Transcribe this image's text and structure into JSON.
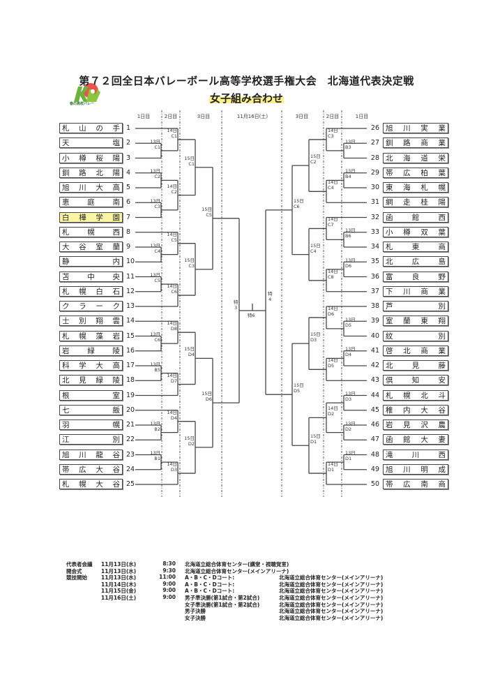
{
  "header": {
    "title": "第７２回全日本バレーボール高等学校選手権大会　北海道代表決定戦",
    "subtitle": "女子組み合わせ",
    "logo_text": "春の高校バレー",
    "logo_icon": "haru-no-koko-volley-logo-icon"
  },
  "columns": {
    "left_day1": "1日目",
    "left_day2": "2日目",
    "left_day3": "3日目",
    "center": "11月16日(土)",
    "right_day3": "3日目",
    "right_day2": "2日目",
    "right_day1": "1日目"
  },
  "teams_left": [
    {
      "num": "1",
      "name": "札山の手"
    },
    {
      "num": "2",
      "name": "天塩"
    },
    {
      "num": "3",
      "name": "小樽桜陽"
    },
    {
      "num": "4",
      "name": "釧路北陽"
    },
    {
      "num": "5",
      "name": "旭川大高"
    },
    {
      "num": "6",
      "name": "恵庭南"
    },
    {
      "num": "7",
      "name": "白樺学園",
      "highlight": true
    },
    {
      "num": "8",
      "name": "札幌西"
    },
    {
      "num": "9",
      "name": "大谷室蘭"
    },
    {
      "num": "10",
      "name": "静内"
    },
    {
      "num": "11",
      "name": "苫中央"
    },
    {
      "num": "12",
      "name": "札幌白石"
    },
    {
      "num": "13",
      "name": "クラーク"
    },
    {
      "num": "14",
      "name": "士別翔雲"
    },
    {
      "num": "15",
      "name": "札幌藻岩"
    },
    {
      "num": "16",
      "name": "岩緑陵"
    },
    {
      "num": "17",
      "name": "科学大高"
    },
    {
      "num": "18",
      "name": "北見緑陵"
    },
    {
      "num": "19",
      "name": "根室"
    },
    {
      "num": "20",
      "name": "七飯"
    },
    {
      "num": "21",
      "name": "羽幌"
    },
    {
      "num": "22",
      "name": "江別"
    },
    {
      "num": "23",
      "name": "旭川龍谷"
    },
    {
      "num": "24",
      "name": "帯広大谷"
    },
    {
      "num": "25",
      "name": "札幌大谷"
    }
  ],
  "teams_right": [
    {
      "num": "26",
      "name": "旭川実業"
    },
    {
      "num": "27",
      "name": "釧路商業"
    },
    {
      "num": "28",
      "name": "北海道栄"
    },
    {
      "num": "29",
      "name": "帯広柏葉"
    },
    {
      "num": "30",
      "name": "東海札幌"
    },
    {
      "num": "31",
      "name": "網走桂陽"
    },
    {
      "num": "32",
      "name": "函館西"
    },
    {
      "num": "33",
      "name": "小樽双葉"
    },
    {
      "num": "34",
      "name": "札東商"
    },
    {
      "num": "35",
      "name": "北広島"
    },
    {
      "num": "36",
      "name": "富良野"
    },
    {
      "num": "37",
      "name": "下川商業"
    },
    {
      "num": "38",
      "name": "芦別"
    },
    {
      "num": "39",
      "name": "室蘭東翔"
    },
    {
      "num": "40",
      "name": "紋別"
    },
    {
      "num": "41",
      "name": "啓北商業"
    },
    {
      "num": "42",
      "name": "北見藤"
    },
    {
      "num": "43",
      "name": "倶知安"
    },
    {
      "num": "44",
      "name": "札幌北斗"
    },
    {
      "num": "45",
      "name": "稚内大谷"
    },
    {
      "num": "46",
      "name": "岩見沢農"
    },
    {
      "num": "47",
      "name": "函館大妻"
    },
    {
      "num": "48",
      "name": "滝川西"
    },
    {
      "num": "49",
      "name": "旭川明成"
    },
    {
      "num": "50",
      "name": "帯広南商"
    }
  ],
  "matches_left": {
    "r1": [
      {
        "a": "t2",
        "b": "t3",
        "day": "13日",
        "court": "C1"
      },
      {
        "a": "t4",
        "b": "t5",
        "day": "13日",
        "court": "C2"
      },
      {
        "a": "t6",
        "b": "t7",
        "day": "13日",
        "court": "C3"
      },
      {
        "a": "t9",
        "b": "t10",
        "day": "13日",
        "court": "C4"
      },
      {
        "a": "t11",
        "b": "t12",
        "day": "13日",
        "court": "C5"
      },
      {
        "a": "t15",
        "b": "t16",
        "day": "13日",
        "court": "C6"
      },
      {
        "a": "t17",
        "b": "t18",
        "day": "13日",
        "court": "B5"
      },
      {
        "a": "t21",
        "b": "t22",
        "day": "13日",
        "court": "B2"
      },
      {
        "a": "t23",
        "b": "t24",
        "day": "13日",
        "court": "B1"
      }
    ],
    "r2": [
      {
        "a": "t1",
        "b": "r1.0",
        "day": "14日",
        "court": "C1"
      },
      {
        "a": "r1.1",
        "b": "r1.2",
        "day": "14日",
        "court": "C2"
      },
      {
        "a": "t8",
        "b": "r1.3",
        "day": "14日",
        "court": "C5"
      },
      {
        "a": "r1.4",
        "b": "t13",
        "day": "14日",
        "court": "C6"
      },
      {
        "a": "t14",
        "b": "r1.5",
        "day": "14日",
        "court": "D8"
      },
      {
        "a": "r1.6",
        "b": "t19",
        "day": "14日",
        "court": "D7"
      },
      {
        "a": "t20",
        "b": "r1.7",
        "day": "14日",
        "court": "D4"
      },
      {
        "a": "r1.8",
        "b": "t25",
        "day": "14日",
        "court": "D3"
      }
    ],
    "r3": [
      {
        "a": "r2.0",
        "b": "r2.1",
        "day": "15日",
        "court": "C1"
      },
      {
        "a": "r2.2",
        "b": "r2.3",
        "day": "15日",
        "court": "C3"
      },
      {
        "a": "r2.4",
        "b": "r2.5",
        "day": "15日",
        "court": "D4"
      },
      {
        "a": "r2.6",
        "b": "r2.7",
        "day": "15日",
        "court": "D2"
      }
    ],
    "r4": [
      {
        "a": "r3.0",
        "b": "r3.1",
        "day": "15日",
        "court": "C5"
      },
      {
        "a": "r3.2",
        "b": "r3.3",
        "day": "15日",
        "court": "D6"
      }
    ],
    "semi": {
      "a": "r4.0",
      "b": "r4.1",
      "label1": "特",
      "label2": "3"
    }
  },
  "matches_right": {
    "r1": [
      {
        "a": "t27",
        "b": "t28",
        "day": "13日",
        "court": "B3"
      },
      {
        "a": "t29",
        "b": "t30",
        "day": "13日",
        "court": "B4"
      },
      {
        "a": "t33",
        "b": "t34",
        "day": "13日",
        "court": "B6"
      },
      {
        "a": "t35",
        "b": "t36",
        "day": "13日",
        "court": "D6"
      },
      {
        "a": "t39",
        "b": "t40",
        "day": "13日",
        "court": "D5"
      },
      {
        "a": "t41",
        "b": "t42",
        "day": "13日",
        "court": "D4"
      },
      {
        "a": "t44",
        "b": "t45",
        "day": "13日",
        "court": "D3"
      },
      {
        "a": "t46",
        "b": "t47",
        "day": "13日",
        "court": "D2"
      },
      {
        "a": "t48",
        "b": "t49",
        "day": "13日",
        "court": "D1"
      }
    ],
    "r2": [
      {
        "a": "t26",
        "b": "r1.0",
        "day": "14日",
        "court": "C3"
      },
      {
        "a": "r1.1",
        "b": "t31",
        "day": "14日",
        "court": "C4"
      },
      {
        "a": "t32",
        "b": "r1.2",
        "day": "14日",
        "court": "C7"
      },
      {
        "a": "r1.3",
        "b": "t37",
        "day": "14日",
        "court": "C8"
      },
      {
        "a": "t38",
        "b": "r1.4",
        "day": "14日",
        "court": "D6"
      },
      {
        "a": "r1.5",
        "b": "t43",
        "day": "14日",
        "court": "D5"
      },
      {
        "a": "r1.6",
        "b": "r1.7",
        "day": "14日",
        "court": "D2"
      },
      {
        "a": "r1.8",
        "b": "t50",
        "day": "14日",
        "court": "D1"
      }
    ],
    "r3": [
      {
        "a": "r2.0",
        "b": "r2.1",
        "day": "15日",
        "court": "C2"
      },
      {
        "a": "r2.2",
        "b": "r2.3",
        "day": "15日",
        "court": "C4"
      },
      {
        "a": "r2.4",
        "b": "r2.5",
        "day": "15日",
        "court": "D3"
      },
      {
        "a": "r2.6",
        "b": "r2.7",
        "day": "15日",
        "court": "D1"
      }
    ],
    "r4": [
      {
        "a": "r3.0",
        "b": "r3.1",
        "day": "15日",
        "court": "C6"
      },
      {
        "a": "r3.2",
        "b": "r3.3",
        "day": "15日",
        "court": "D5"
      }
    ],
    "semi": {
      "a": "r4.0",
      "b": "r4.1",
      "label1": "特",
      "label2": "4"
    }
  },
  "final": {
    "label": "特6"
  },
  "schedule": [
    {
      "event": "代表者会議",
      "date": "11月13日(水)",
      "time": "8:30",
      "detail": "",
      "venue": "北海道立総合体育センター(講堂・視聴覚室)"
    },
    {
      "event": "開会式",
      "date": "11月13日(水)",
      "time": "9:30",
      "detail": "",
      "venue": "北海道立総合体育センター(メインアリーナ)"
    },
    {
      "event": "競技開始",
      "date": "11月13日(水)",
      "time": "11:00",
      "detail": "A・B・C・Dコート:",
      "venue": "北海道立総合体育センター(メインアリーナ)"
    },
    {
      "event": "",
      "date": "11月14日(木)",
      "time": "9:00",
      "detail": "A・B・C・Dコート:",
      "venue": "北海道立総合体育センター(メインアリーナ)"
    },
    {
      "event": "",
      "date": "11月15日(金)",
      "time": "9:00",
      "detail": "A・B・C・Dコート:",
      "venue": "北海道立総合体育センター(メインアリーナ)"
    },
    {
      "event": "",
      "date": "11月16日(土)",
      "time": "9:00",
      "detail": "男子準決勝(第1試合・第2試合)",
      "venue": "北海道立総合体育センター(メインアリーナ)"
    },
    {
      "event": "",
      "date": "",
      "time": "",
      "detail": "女子準決勝(第1試合・第2試合)",
      "venue": "北海道立総合体育センター(メインアリーナ)"
    },
    {
      "event": "",
      "date": "",
      "time": "",
      "detail": "男子決勝",
      "venue": "北海道立総合体育センター(メインアリーナ)"
    },
    {
      "event": "",
      "date": "",
      "time": "",
      "detail": "女子決勝",
      "venue": "北海道立総合体育センター(メインアリーナ)"
    }
  ]
}
